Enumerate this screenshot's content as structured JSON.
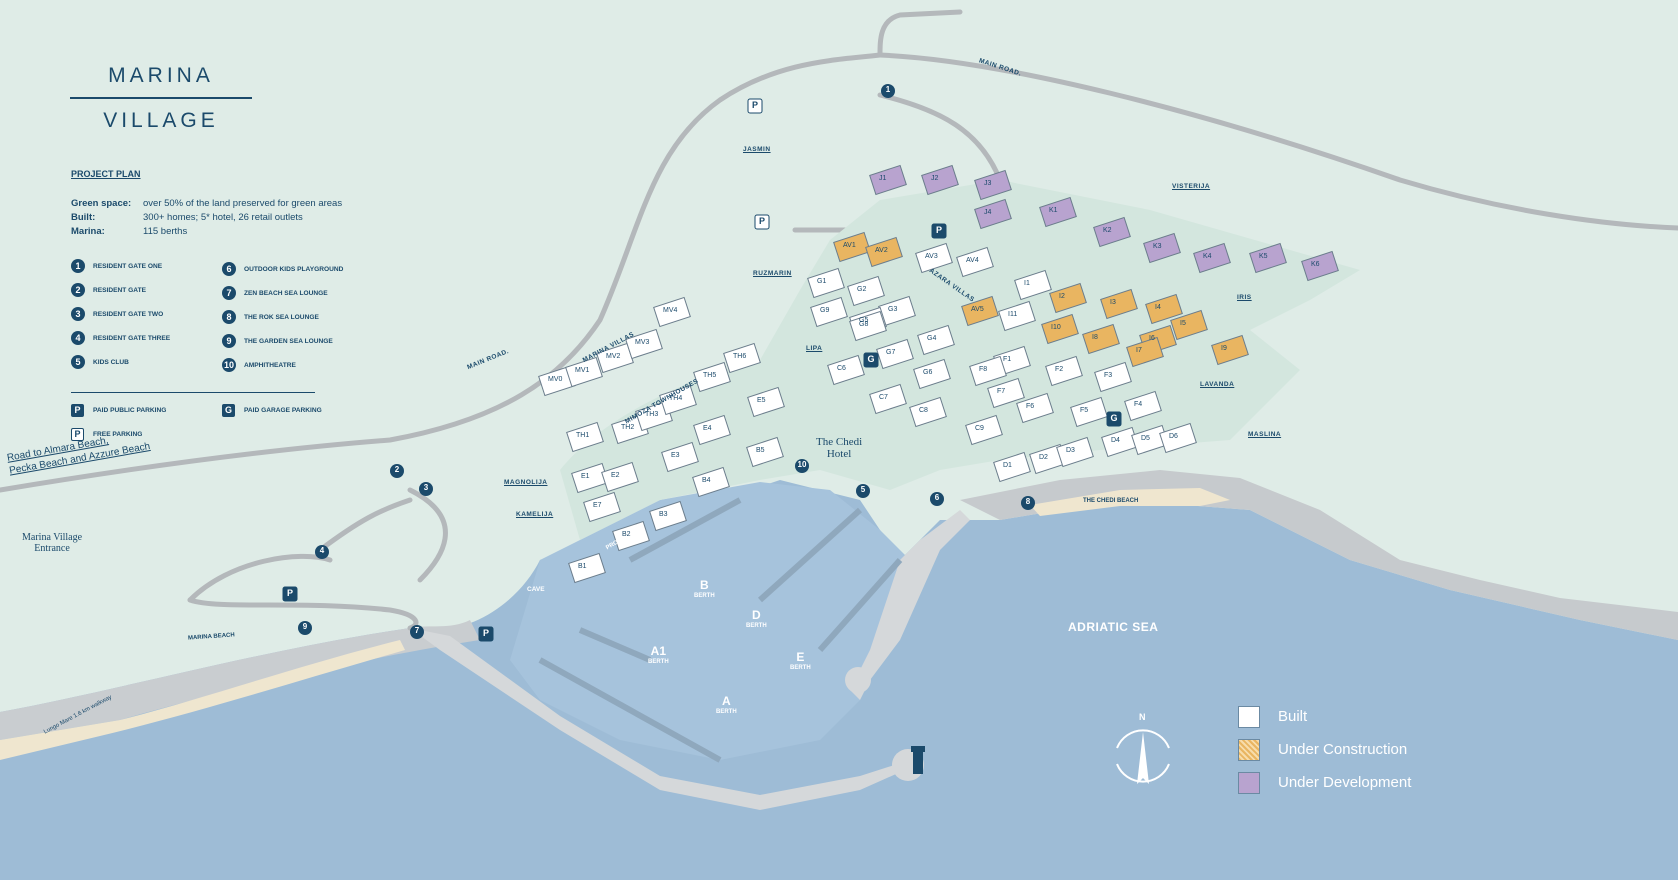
{
  "title": {
    "line1": "MARINA",
    "line2": "VILLAGE"
  },
  "project_plan": {
    "heading": "PROJECT PLAN",
    "rows": [
      {
        "key": "Green space:",
        "value": "over 50% of the land preserved for green areas"
      },
      {
        "key": "Built:",
        "value": "300+ homes; 5* hotel, 26 retail outlets"
      },
      {
        "key": "Marina:",
        "value": "115 berths"
      }
    ]
  },
  "legend_left": [
    {
      "num": "1",
      "label": "Resident gate one"
    },
    {
      "num": "2",
      "label": "Resident gate"
    },
    {
      "num": "3",
      "label": "Resident gate two"
    },
    {
      "num": "4",
      "label": "Resident gate three"
    },
    {
      "num": "5",
      "label": "Kids club"
    }
  ],
  "legend_right": [
    {
      "num": "6",
      "label": "Outdoor kids playground"
    },
    {
      "num": "7",
      "label": "Zen Beach Sea Lounge"
    },
    {
      "num": "8",
      "label": "The Rok Sea Lounge"
    },
    {
      "num": "9",
      "label": "The Garden Sea Lounge"
    },
    {
      "num": "10",
      "label": "Amphitheatre"
    }
  ],
  "parking_legend": [
    {
      "symbol": "P",
      "style": "dark",
      "label": "Paid public parking"
    },
    {
      "symbol": "P",
      "style": "light",
      "label": "Free parking"
    },
    {
      "symbol": "G",
      "style": "dark",
      "label": "Paid garage parking"
    }
  ],
  "status_legend": [
    {
      "label": "Built",
      "color": "#ffffff"
    },
    {
      "label": "Under Construction",
      "color": "#e9b561"
    },
    {
      "label": "Under Development",
      "color": "#b8a3cf"
    }
  ],
  "map_labels": {
    "road_note_1": "Road to Almara Beach,",
    "road_note_2": "Pecka Beach and Azzure Beach",
    "entrance_1": "Marina Village",
    "entrance_2": "Entrance",
    "sea": "ADRIATIC SEA",
    "hotel_1": "The Chedi",
    "hotel_2": "Hotel",
    "cave": "CAVE",
    "main_road_1": "MAIN ROAD.",
    "main_road_2": "MAIN ROAD.",
    "marina_beach": "MARINA BEACH",
    "chedi_beach": "THE CHEDI BEACH",
    "promenade": "PROMENADE",
    "lungo_mare": "Lungo Mare 1.6 km walkway",
    "compass": "N"
  },
  "areas": [
    {
      "name": "JASMIN"
    },
    {
      "name": "VISTERIJA"
    },
    {
      "name": "RUZMARIN"
    },
    {
      "name": "AZARA VILLAS"
    },
    {
      "name": "IRIS"
    },
    {
      "name": "LIPA"
    },
    {
      "name": "LAVANDA"
    },
    {
      "name": "MASLINA"
    },
    {
      "name": "MARINA VILLAS"
    },
    {
      "name": "MIMOZA TOWNHOUSES"
    },
    {
      "name": "MAGNOLIJA"
    },
    {
      "name": "KAMELIJA"
    }
  ],
  "berths": [
    {
      "letter": "B",
      "word": "BERTH"
    },
    {
      "letter": "D",
      "word": "BERTH"
    },
    {
      "letter": "A1",
      "word": "BERTH"
    },
    {
      "letter": "E",
      "word": "BERTH"
    },
    {
      "letter": "A",
      "word": "BERTH"
    }
  ],
  "units": {
    "purple": [
      "J1",
      "J2",
      "J3",
      "J4",
      "K1",
      "K2",
      "K3",
      "K4",
      "K5",
      "K6"
    ],
    "orange": [
      "AV1",
      "AV2",
      "AV5",
      "I2",
      "I3",
      "I4",
      "I5",
      "I6",
      "I7",
      "I8",
      "I9",
      "I10"
    ],
    "white": [
      "AV3",
      "AV4",
      "I1",
      "I11",
      "G1",
      "G2",
      "G3",
      "G4",
      "G5",
      "G6",
      "G7",
      "G8",
      "G9",
      "C6",
      "C7",
      "C8",
      "C9",
      "F1",
      "F2",
      "F3",
      "F4",
      "F5",
      "F6",
      "F7",
      "F8",
      "D1",
      "D2",
      "D3",
      "D4",
      "D5",
      "D6",
      "E1",
      "E2",
      "E3",
      "E4",
      "E5",
      "E7",
      "B1",
      "B2",
      "B3",
      "B4",
      "B5",
      "TH1",
      "TH2",
      "TH3",
      "TH4",
      "TH5",
      "TH6",
      "MV0",
      "MV1",
      "MV2",
      "MV3",
      "MV4"
    ]
  },
  "markers": [
    "1",
    "2",
    "3",
    "4",
    "5",
    "6",
    "7",
    "8",
    "9",
    "10"
  ],
  "parking_markers": [
    "P",
    "P",
    "P",
    "P",
    "P",
    "G",
    "G"
  ]
}
